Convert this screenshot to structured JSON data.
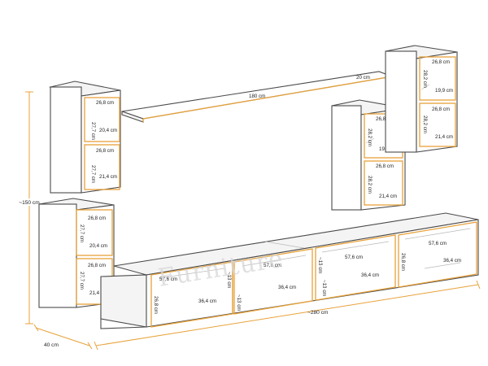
{
  "overall": {
    "height": "~150 cm",
    "depth": "40 cm",
    "width": "~280 cm"
  },
  "watermark": "Furniture",
  "shelf": {
    "length": "180 cm",
    "depth": "20 cm"
  },
  "wall_cabinet_left": {
    "top_width": "26,8 cm",
    "top_height": "27,7 cm",
    "top_depth": "20,4 cm",
    "bottom_width": "26,8 cm",
    "bottom_height": "27,7 cm",
    "bottom_depth": "21,4 cm"
  },
  "wall_cabinet_mid": {
    "top_width": "26,8 cm",
    "top_height": "28,2 cm",
    "top_depth": "19,9 cm",
    "bottom_width": "26,8 cm",
    "bottom_height": "28,2 cm",
    "bottom_depth": "21,4 cm"
  },
  "wall_cabinet_right": {
    "top_width": "26,8 cm",
    "top_height": "28,2 cm",
    "top_depth": "19,9 cm",
    "bottom_width": "26,8 cm",
    "bottom_height": "28,2 cm",
    "bottom_depth": "21,4 cm"
  },
  "standing_cabinet_left": {
    "top_width": "26,8 cm",
    "top_height": "27,7 cm",
    "top_depth": "20,4 cm",
    "bottom_width": "26,8 cm",
    "bottom_height": "27,7 cm",
    "bottom_depth": "21,4 cm"
  },
  "tv_unit_front": {
    "height": "26,8 cm",
    "left_width": "57,6 cm",
    "left_depth": "36,4 cm",
    "divider_height_a": "~13 cm",
    "divider_height_b": "~13 cm",
    "right_width": "57,6 cm",
    "right_depth": "36,4 cm"
  },
  "tv_unit_back": {
    "divider_height_a": "~13 cm",
    "divider_height_b": "~13 cm",
    "left_width": "57,6 cm",
    "left_depth": "36,4 cm",
    "height": "26,8 cm",
    "right_width": "57,6 cm",
    "right_depth": "36,4 cm"
  }
}
